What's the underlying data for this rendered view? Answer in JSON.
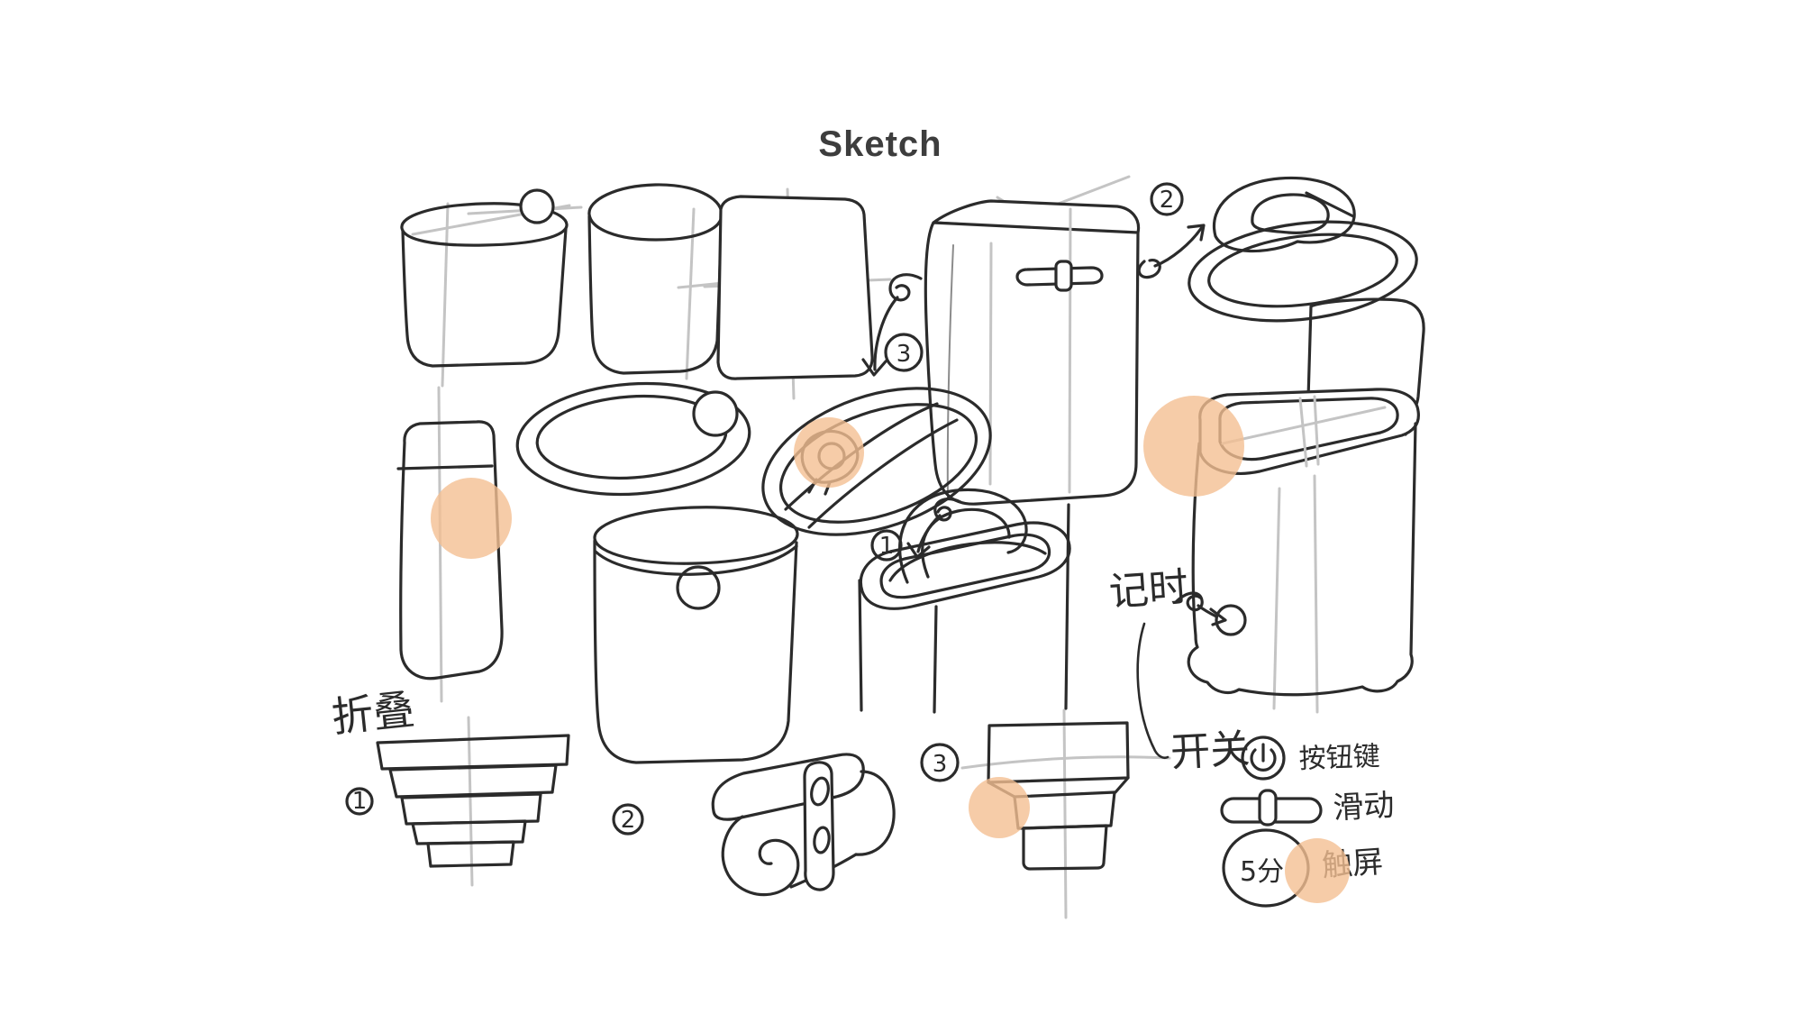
{
  "page": {
    "title": "Sketch"
  },
  "colors": {
    "line": "#2b2b2b",
    "guide": "#c4c4c4",
    "highlight": "#f4bf92",
    "title": "#3d3d3d"
  },
  "annotations": {
    "fold": "折叠",
    "timer": "记时",
    "switch": "开关",
    "push_button": "按钮键",
    "slide": "滑动",
    "five_minutes": "5分",
    "touch_screen": "触屏"
  },
  "steps": {
    "flow_top": "3",
    "flow_top_right": "2",
    "flow_middle": "1",
    "variant_bottom_left": "1",
    "variant_bottom_middle": "2",
    "variant_bottom_center": "3"
  }
}
